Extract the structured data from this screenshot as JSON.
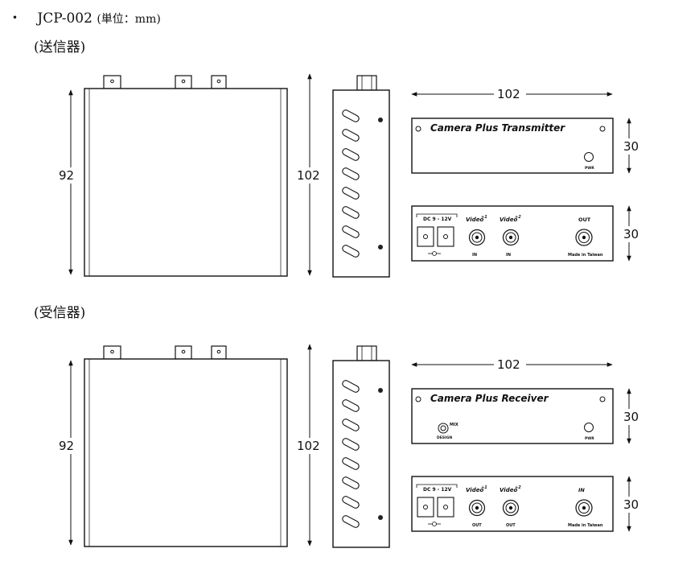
{
  "heading": {
    "bullet": "・",
    "model": "JCP-002",
    "unit": "(単位：mm)"
  },
  "sections": [
    {
      "title": "(送信器)",
      "dims": {
        "height": "92",
        "side_height": "102",
        "width": "102",
        "front_height": "30",
        "rear_height": "30"
      },
      "front_panel": {
        "brand": "Camera Plus Transmitter",
        "pwr": "PWR"
      },
      "rear_panel": {
        "dc": "DC 9 - 12V",
        "video1": "Video",
        "video1_sup": "+1",
        "video2": "Video",
        "video2_sup": "+2",
        "video_io": "IN",
        "out_label": "OUT",
        "made_in": "Made in Taiwan"
      }
    },
    {
      "title": "(受信器)",
      "dims": {
        "height": "92",
        "side_height": "102",
        "width": "102",
        "front_height": "30",
        "rear_height": "30"
      },
      "front_panel": {
        "brand": "Camera Plus Receiver",
        "pwr": "PWR",
        "mix": "MIX",
        "knob_label": "DESIGN"
      },
      "rear_panel": {
        "dc": "DC 9 - 12V",
        "video1": "Video",
        "video1_sup": "+1",
        "video2": "Video",
        "video2_sup": "+2",
        "video_io": "OUT",
        "out_label": "IN",
        "made_in": "Made in Taiwan"
      }
    }
  ]
}
